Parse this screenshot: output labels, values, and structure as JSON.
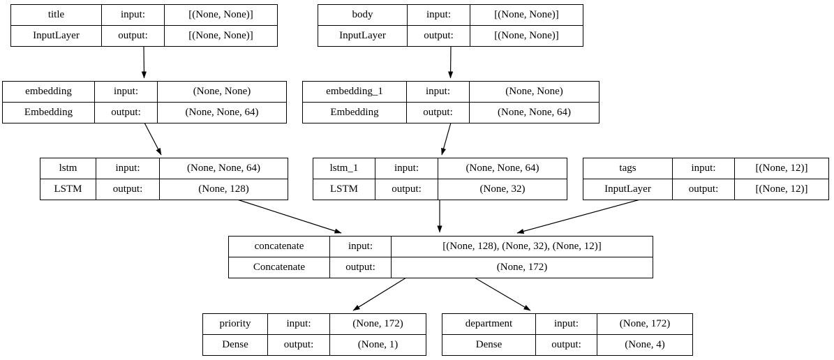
{
  "diagram": {
    "kind": "keras-model-architecture-plot",
    "colors": {
      "background": "#ffffff",
      "border": "#000000",
      "text": "#000000",
      "edge": "#000000"
    },
    "labels": {
      "input": "input:",
      "output": "output:"
    },
    "nodes": [
      {
        "id": "title",
        "name": "title",
        "layer_type": "InputLayer",
        "input_shape": "[(None, None)]",
        "output_shape": "[(None, None)]"
      },
      {
        "id": "body",
        "name": "body",
        "layer_type": "InputLayer",
        "input_shape": "[(None, None)]",
        "output_shape": "[(None, None)]"
      },
      {
        "id": "embedding",
        "name": "embedding",
        "layer_type": "Embedding",
        "input_shape": "(None, None)",
        "output_shape": "(None, None, 64)"
      },
      {
        "id": "embedding_1",
        "name": "embedding_1",
        "layer_type": "Embedding",
        "input_shape": "(None, None)",
        "output_shape": "(None, None, 64)"
      },
      {
        "id": "lstm",
        "name": "lstm",
        "layer_type": "LSTM",
        "input_shape": "(None, None, 64)",
        "output_shape": "(None, 128)"
      },
      {
        "id": "lstm_1",
        "name": "lstm_1",
        "layer_type": "LSTM",
        "input_shape": "(None, None, 64)",
        "output_shape": "(None, 32)"
      },
      {
        "id": "tags",
        "name": "tags",
        "layer_type": "InputLayer",
        "input_shape": "[(None, 12)]",
        "output_shape": "[(None, 12)]"
      },
      {
        "id": "concatenate",
        "name": "concatenate",
        "layer_type": "Concatenate",
        "input_shape": "[(None, 128), (None, 32), (None, 12)]",
        "output_shape": "(None, 172)"
      },
      {
        "id": "priority",
        "name": "priority",
        "layer_type": "Dense",
        "input_shape": "(None, 172)",
        "output_shape": "(None, 1)"
      },
      {
        "id": "department",
        "name": "department",
        "layer_type": "Dense",
        "input_shape": "(None, 172)",
        "output_shape": "(None, 4)"
      }
    ],
    "edges": [
      {
        "from": "title",
        "to": "embedding"
      },
      {
        "from": "body",
        "to": "embedding_1"
      },
      {
        "from": "embedding",
        "to": "lstm"
      },
      {
        "from": "embedding_1",
        "to": "lstm_1"
      },
      {
        "from": "lstm",
        "to": "concatenate"
      },
      {
        "from": "lstm_1",
        "to": "concatenate"
      },
      {
        "from": "tags",
        "to": "concatenate"
      },
      {
        "from": "concatenate",
        "to": "priority"
      },
      {
        "from": "concatenate",
        "to": "department"
      }
    ]
  }
}
